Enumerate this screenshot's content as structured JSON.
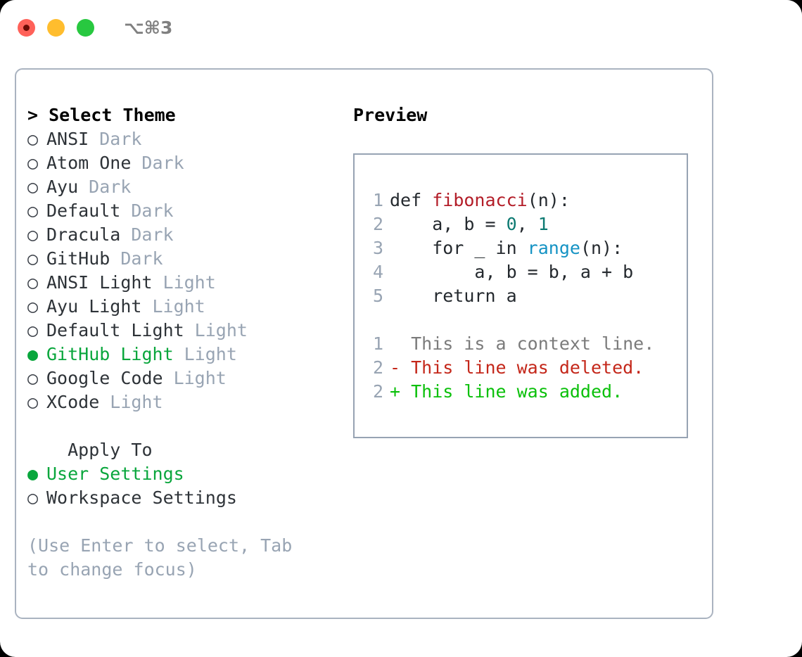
{
  "titlebar": {
    "shortcut": "⌥⌘3",
    "lights": [
      {
        "name": "close",
        "color": "#ff6159"
      },
      {
        "name": "minimize",
        "color": "#ffbd2e"
      },
      {
        "name": "zoom",
        "color": "#28c840"
      }
    ]
  },
  "theme_picker": {
    "header": "> Select Theme",
    "items": [
      {
        "bullet": "○",
        "label": "ANSI",
        "suffix": "Dark",
        "selected": false
      },
      {
        "bullet": "○",
        "label": "Atom One",
        "suffix": "Dark",
        "selected": false
      },
      {
        "bullet": "○",
        "label": "Ayu",
        "suffix": "Dark",
        "selected": false
      },
      {
        "bullet": "○",
        "label": "Default",
        "suffix": "Dark",
        "selected": false
      },
      {
        "bullet": "○",
        "label": "Dracula",
        "suffix": "Dark",
        "selected": false
      },
      {
        "bullet": "○",
        "label": "GitHub",
        "suffix": "Dark",
        "selected": false
      },
      {
        "bullet": "○",
        "label": "ANSI Light",
        "suffix": "Light",
        "selected": false
      },
      {
        "bullet": "○",
        "label": "Ayu Light",
        "suffix": "Light",
        "selected": false
      },
      {
        "bullet": "○",
        "label": "Default Light",
        "suffix": "Light",
        "selected": false
      },
      {
        "bullet": "●",
        "label": "GitHub Light",
        "suffix": "Light",
        "selected": true
      },
      {
        "bullet": "○",
        "label": "Google Code",
        "suffix": "Light",
        "selected": false
      },
      {
        "bullet": "○",
        "label": "XCode",
        "suffix": "Light",
        "selected": false
      }
    ]
  },
  "apply_to": {
    "header": "  Apply To",
    "items": [
      {
        "bullet": "●",
        "label": "User Settings",
        "selected": true
      },
      {
        "bullet": "○",
        "label": "Workspace Settings",
        "selected": false
      }
    ]
  },
  "hint": "(Use Enter to select, Tab to change focus)",
  "preview": {
    "title": "Preview",
    "code_lines": [
      {
        "no": "1",
        "tokens": [
          {
            "t": "def ",
            "c": "plain"
          },
          {
            "t": "fibonacci",
            "c": "fn"
          },
          {
            "t": "(n):",
            "c": "plain"
          }
        ]
      },
      {
        "no": "2",
        "tokens": [
          {
            "t": "    a, b = ",
            "c": "plain"
          },
          {
            "t": "0",
            "c": "num"
          },
          {
            "t": ", ",
            "c": "plain"
          },
          {
            "t": "1",
            "c": "num"
          }
        ]
      },
      {
        "no": "3",
        "tokens": [
          {
            "t": "    for _ in ",
            "c": "plain"
          },
          {
            "t": "range",
            "c": "builtin"
          },
          {
            "t": "(n):",
            "c": "plain"
          }
        ]
      },
      {
        "no": "4",
        "tokens": [
          {
            "t": "        a, b = b, a + b",
            "c": "plain"
          }
        ]
      },
      {
        "no": "5",
        "tokens": [
          {
            "t": "    return a",
            "c": "plain"
          }
        ]
      }
    ],
    "diff_lines": [
      {
        "no": "1",
        "marker": "  ",
        "text": "This is a context line.",
        "kind": "ctx"
      },
      {
        "no": "2",
        "marker": "- ",
        "text": "This line was deleted.",
        "kind": "del"
      },
      {
        "no": "2",
        "marker": "+ ",
        "text": "This line was added.",
        "kind": "add"
      }
    ]
  },
  "colors": {
    "accent_green": "#09a63c",
    "diff_add": "#0ac00a",
    "diff_del": "#c4271a",
    "muted": "#98a4b3",
    "border": "#aab3c0",
    "keyword_fn": "#b31d28",
    "number": "#0d7a72",
    "builtin": "#1593c4"
  }
}
